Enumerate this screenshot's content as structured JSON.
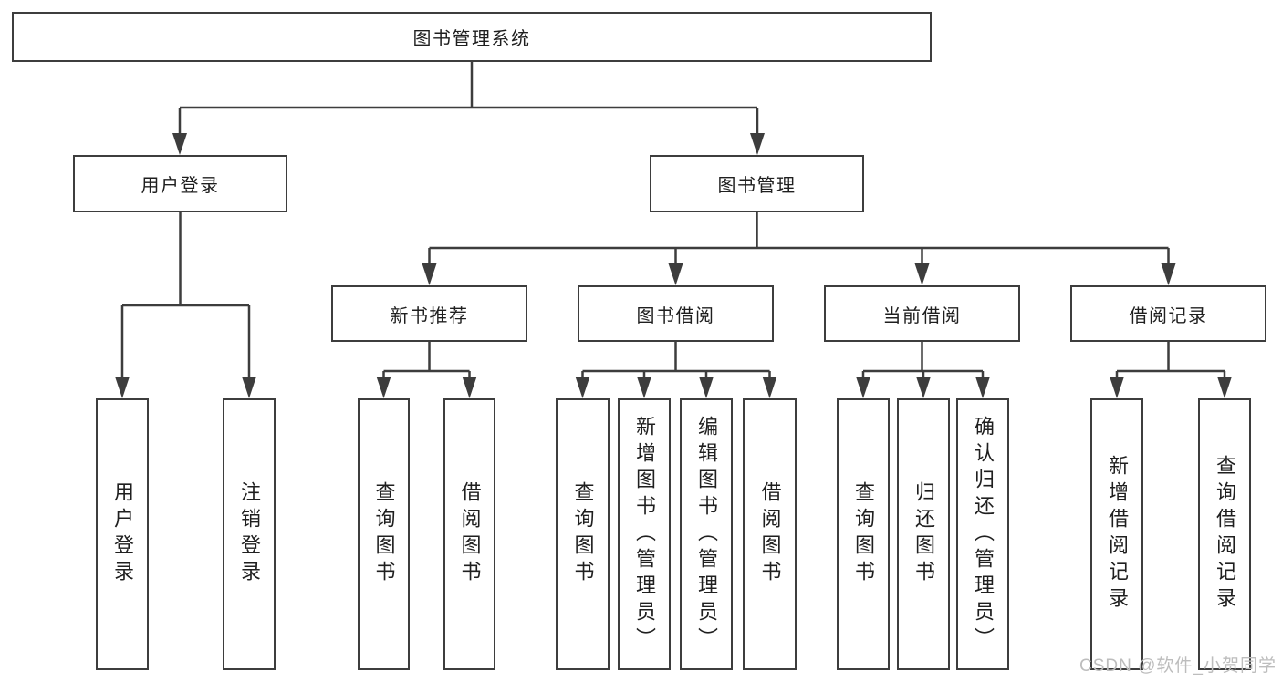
{
  "diagram": {
    "title": "图书管理系统",
    "level2": [
      {
        "label": "用户登录"
      },
      {
        "label": "图书管理"
      }
    ],
    "level3": [
      {
        "label": "新书推荐"
      },
      {
        "label": "图书借阅"
      },
      {
        "label": "当前借阅"
      },
      {
        "label": "借阅记录"
      }
    ],
    "leaves": {
      "user": [
        "用户登录",
        "注销登录"
      ],
      "recommend": [
        "查询图书",
        "借阅图书"
      ],
      "borrow": [
        "查询图书",
        "新增图书（管理员）",
        "编辑图书（管理员）",
        "借阅图书"
      ],
      "current": [
        "查询图书",
        "归还图书",
        "确认归还（管理员）"
      ],
      "record": [
        "新增借阅记录",
        "查询借阅记录"
      ]
    },
    "colors": {
      "line": "#3d3d3d",
      "border": "#3d3d3d",
      "text": "#1f1f1f",
      "watermark": "#bdbdbd"
    }
  },
  "watermark": {
    "text": "CSDN @软件_小贺同学"
  }
}
